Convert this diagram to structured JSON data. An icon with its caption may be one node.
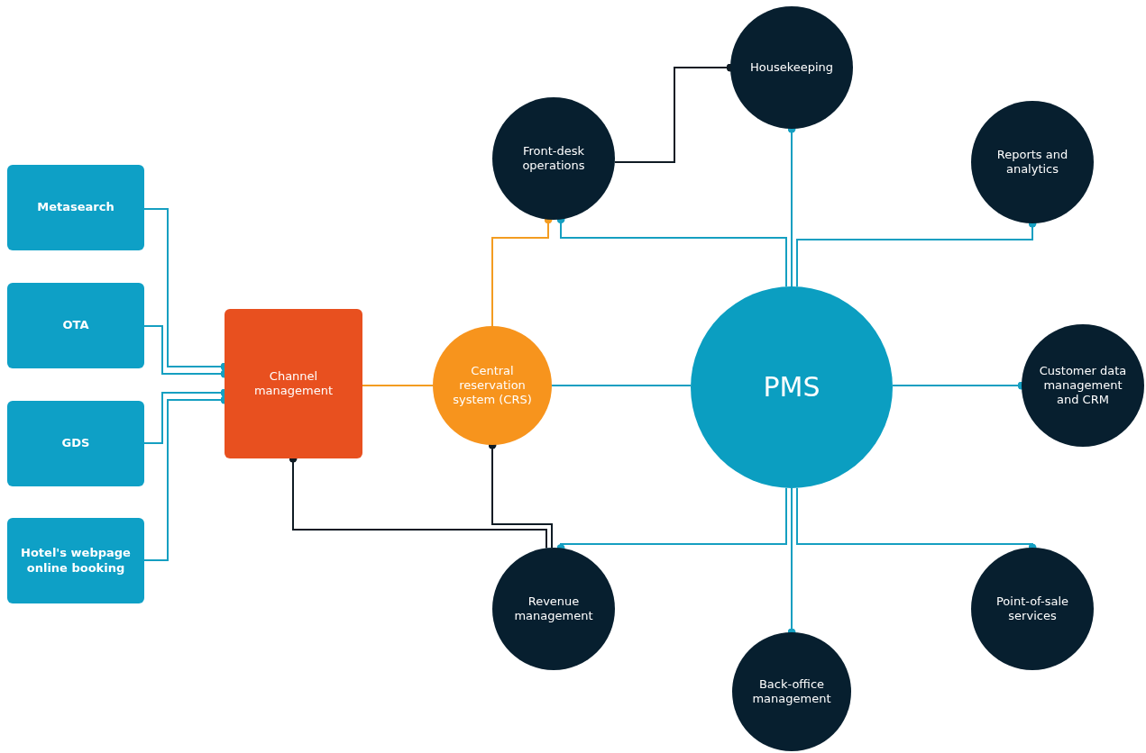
{
  "diagram": {
    "nodes": [
      {
        "text": [
          "Metasearch"
        ]
      },
      {
        "text": [
          "OTA"
        ]
      },
      {
        "text": [
          "GDS"
        ]
      },
      {
        "text": [
          "Hotel's webpage online booking"
        ]
      },
      {
        "text": [
          "Channel management"
        ]
      },
      {
        "text": [
          "Central reservation system (CRS)"
        ]
      },
      {
        "text": [
          "PMS"
        ]
      },
      {
        "text": [
          "Front-desk operations"
        ]
      },
      {
        "text": [
          "Housekeeping"
        ]
      },
      {
        "text": [
          "Reports and analytics"
        ]
      },
      {
        "text": [
          "Customer data management and CRM"
        ]
      },
      {
        "text": [
          "Revenue management"
        ]
      },
      {
        "text": [
          "Back-office management"
        ]
      },
      {
        "text": [
          "Point-of-sale services"
        ]
      }
    ],
    "edges": [
      {
        "from": 0,
        "to": 4,
        "arrow": "other"
      },
      {
        "from": 1,
        "to": 4,
        "arrow": "other"
      },
      {
        "from": 2,
        "to": 4,
        "arrow": "other"
      },
      {
        "from": 3,
        "to": 4,
        "arrow": "other"
      },
      {
        "from": 4,
        "to": 5,
        "arrow": "none",
        "color": "#f39c21"
      },
      {
        "from": 5,
        "to": 7,
        "arrow": "other",
        "color": "#f39c21"
      },
      {
        "from": 7,
        "to": 8,
        "arrow": "other",
        "color": "#0f1b24"
      },
      {
        "from": 5,
        "to": 6,
        "arrow": "none"
      },
      {
        "from": 6,
        "to": 7,
        "arrow": "other"
      },
      {
        "from": 6,
        "to": 8,
        "arrow": "other"
      },
      {
        "from": 6,
        "to": 9,
        "arrow": "other"
      },
      {
        "from": 6,
        "to": 10,
        "arrow": "other"
      },
      {
        "from": 6,
        "to": 11,
        "arrow": "other"
      },
      {
        "from": 6,
        "to": 12,
        "arrow": "other"
      },
      {
        "from": 6,
        "to": 13,
        "arrow": "other"
      },
      {
        "from": 11,
        "to": 4,
        "arrow": "other",
        "color": "#0f1b24"
      },
      {
        "from": 11,
        "to": 5,
        "arrow": "other",
        "color": "#0f1b24"
      }
    ]
  }
}
